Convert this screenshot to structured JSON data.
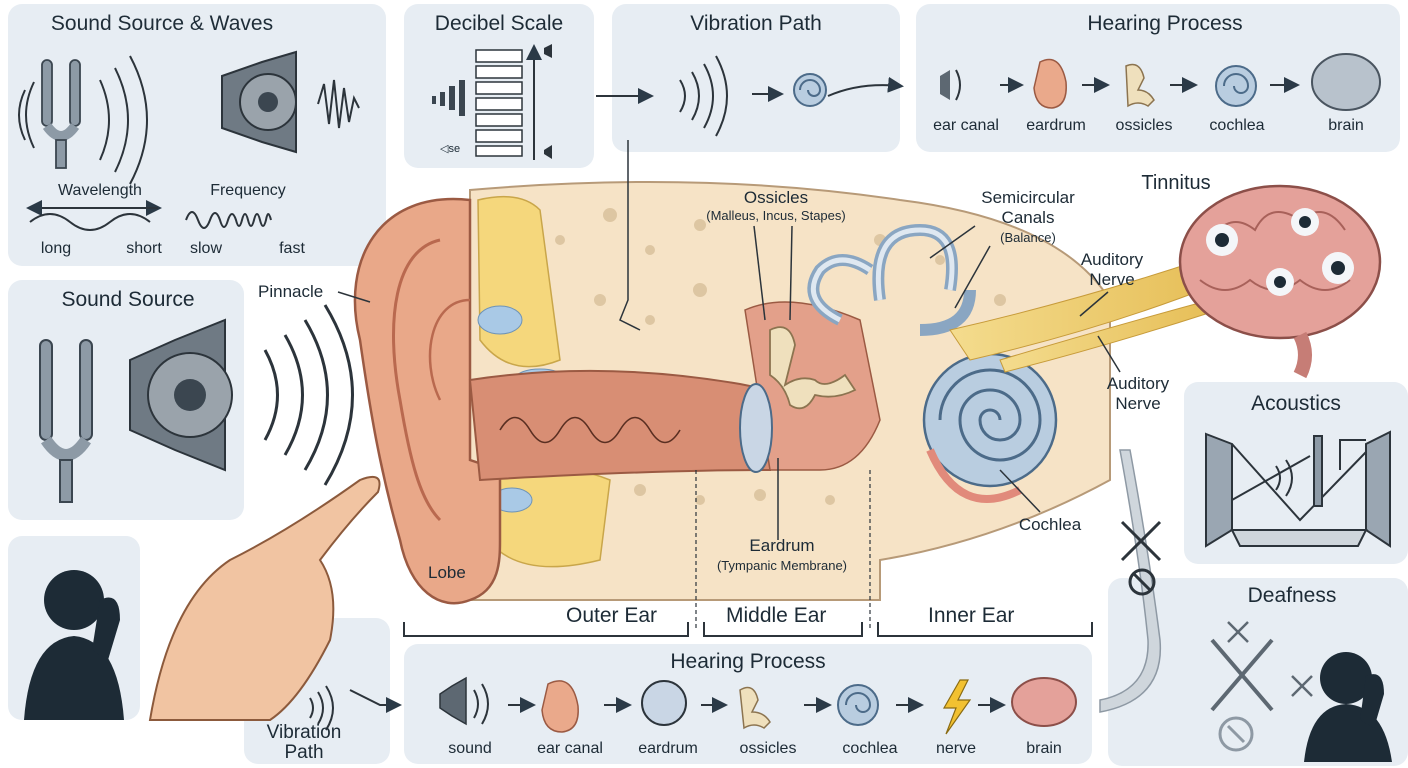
{
  "panels": {
    "sound_waves": {
      "title": "Sound Source & Waves",
      "wavelength": "Wavelength",
      "frequency": "Frequency",
      "long": "long",
      "short": "short",
      "slow": "slow",
      "fast": "fast"
    },
    "decibel": {
      "title": "Decibel Scale",
      "mute_glyph": "◁se"
    },
    "vibration_top": {
      "title": "Vibration Path"
    },
    "hearing_top": {
      "title": "Hearing Process",
      "steps": [
        "ear canal",
        "eardrum",
        "ossicles",
        "cochlea",
        "brain"
      ]
    },
    "sound_source": {
      "title": "Sound Source"
    },
    "acoustics": {
      "title": "Acoustics"
    },
    "deafness": {
      "title": "Deafness"
    },
    "vibration_bottom": {
      "title_line1": "Vibration",
      "title_line2": "Path"
    },
    "hearing_bottom": {
      "title": "Hearing Process",
      "steps": [
        "sound",
        "ear canal",
        "eardrum",
        "ossicles",
        "cochlea",
        "nerve",
        "brain"
      ]
    }
  },
  "anatomy": {
    "pinnacle": "Pinnacle",
    "lobe": "Lobe",
    "ossicles": "Ossicles",
    "ossicles_sub": "(Malleus, Incus, Stapes)",
    "semicircular_line1": "Semicircular",
    "semicircular_line2": "Canals",
    "semicircular_sub": "(Balance)",
    "auditory_nerve_1_line1": "Auditory",
    "auditory_nerve_1_line2": "Nerve",
    "auditory_nerve_2_line1": "Auditory",
    "auditory_nerve_2_line2": "Nerve",
    "tinnitus": "Tinnitus",
    "cochlea": "Cochlea",
    "eardrum": "Eardrum",
    "eardrum_sub": "(Tympanic Membrane)"
  },
  "sections": {
    "outer": "Outer Ear",
    "middle": "Middle Ear",
    "inner": "Inner Ear"
  },
  "colors": {
    "panel": "#e7edf3",
    "skin": "#e9a889",
    "canal": "#d88e74",
    "bone": "#f3dfc0",
    "cochlea": "#a9c0d6",
    "nerve": "#f1d47e",
    "brain": "#e4a19a",
    "ink": "#1d2b36"
  }
}
